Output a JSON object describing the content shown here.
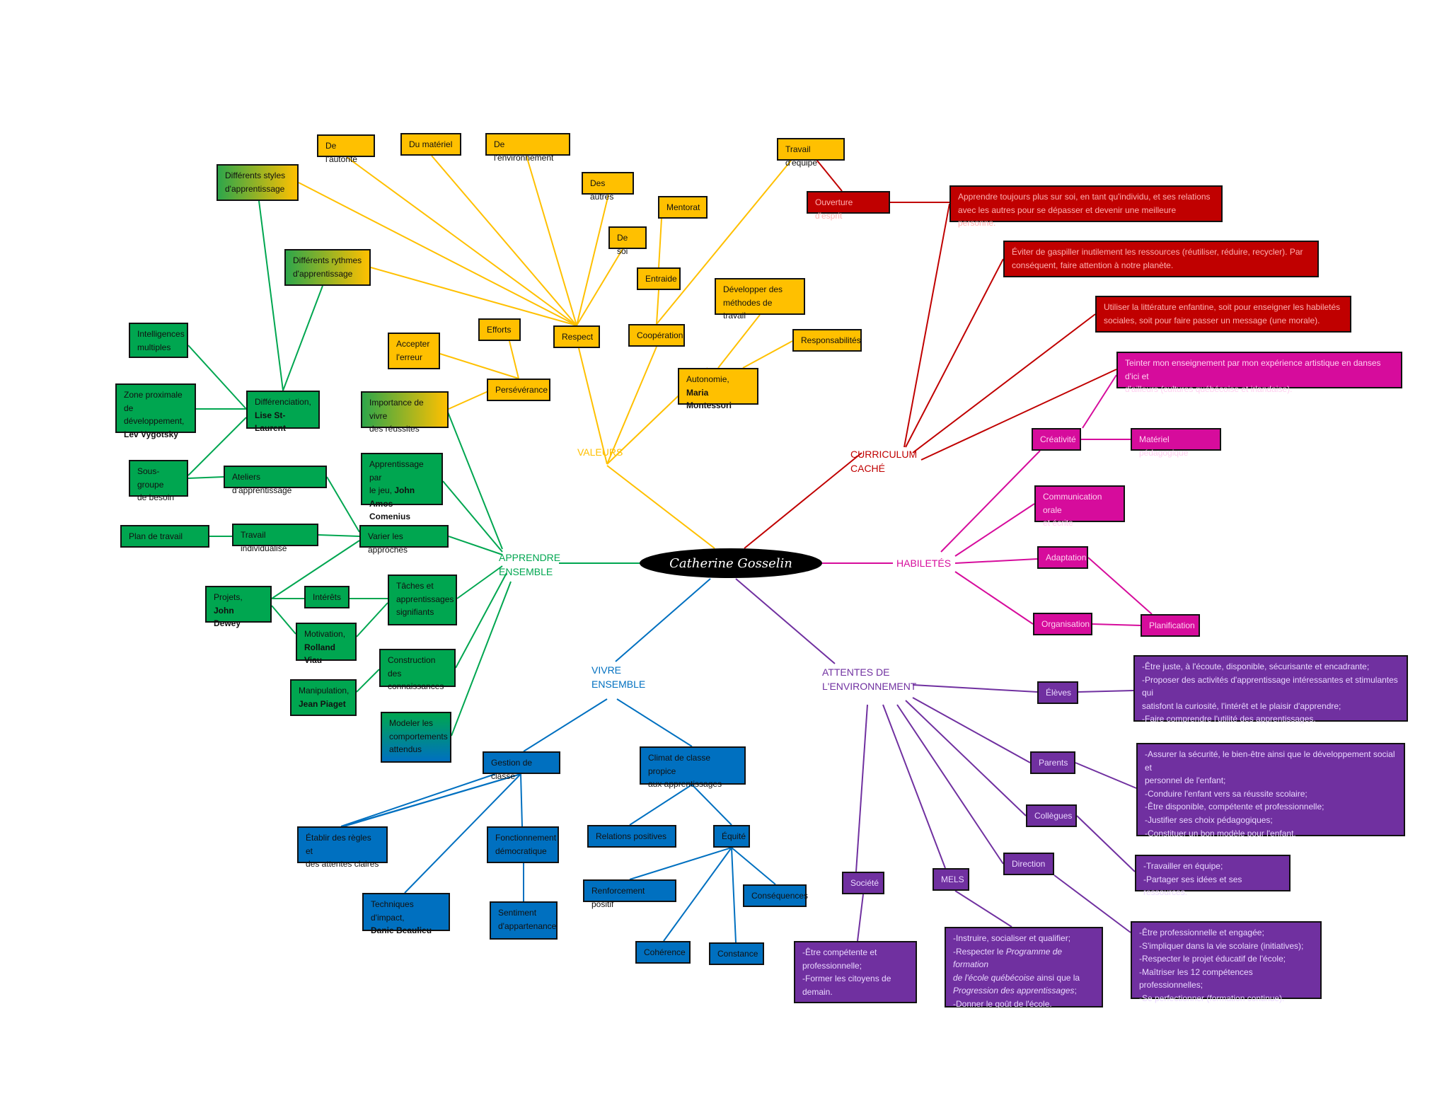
{
  "center": "Catherine Gosselin",
  "hubs": {
    "valeurs": "VALEURS",
    "curriculum": "CURRICULUM\nCACHÉ",
    "habiletes": "HABILETÉS",
    "apprendre": "APPRENDRE\nENSEMBLE",
    "vivre": "VIVRE\nENSEMBLE",
    "attentes": "ATTENTES DE\nL'ENVIRONNEMENT"
  },
  "colors": {
    "valeurs": "#ffc000",
    "apprendre": "#00a650",
    "vivre": "#0070c0",
    "curriculum": "#c00000",
    "habiletes": "#d60c9c",
    "attentes": "#7030a0"
  },
  "valeurs": {
    "autorite": "De l'autorité",
    "materiel": "Du matériel",
    "environnement": "De l'environnement",
    "autres": "Des autres",
    "soi": "De soi",
    "respect": "Respect",
    "mentorat": "Mentorat",
    "entraide": "Entraide",
    "cooperation": "Coopération",
    "travail_equipe": "Travail d'équipe",
    "methodes": "Développer des\nméthodes de travail",
    "responsabilites": "Responsabilités",
    "autonomie": "Autonomie,",
    "montessori": "Maria Montessori",
    "efforts": "Efforts",
    "accepter": "Accepter\nl'erreur",
    "perseverance": "Persévérance"
  },
  "apprendre": {
    "styles": "Différents styles\nd'apprentissage",
    "rythmes": "Différents rythmes\nd'apprentissage",
    "intelligences": "Intelligences\nmultiples",
    "zone": "Zone proximale de\ndéveloppement,",
    "vygotsky": "Lev Vygotsky",
    "differenciation": "Différenciation,",
    "st_laurent": "Lise St-Laurent",
    "sous_groupe": "Sous-groupe\nde besoin",
    "ateliers": "Ateliers d'apprentissage",
    "importance": "Importance de vivre\ndes réussites",
    "jeu": "Apprentissage par\nle jeu,",
    "comenius": "John Amos\nComenius",
    "plan": "Plan de travail",
    "individualise": "Travail individualisé",
    "varier": "Varier les approches",
    "projets": "Projets,",
    "dewey": "John Dewey",
    "interets": "Intérêts",
    "taches": "Tâches et\napprentissages\nsignifiants",
    "motivation": "Motivation,",
    "viau": "Rolland Viau",
    "construction": "Construction des\nconnaissances",
    "manipulation": "Manipulation,",
    "piaget": "Jean Piaget",
    "modeler": "Modeler les\ncomportements\nattendus"
  },
  "vivre": {
    "gestion": "Gestion de classe",
    "climat": "Climat de classe propice\naux apprentissages",
    "regles": "Établir des règles et\ndes attentes claires",
    "fonctionnement": "Fonctionnement\ndémocratique",
    "techniques": "Techniques d'impact,",
    "beaulieu": "Danie Beaulieu",
    "sentiment": "Sentiment\nd'appartenance",
    "relations": "Relations positives",
    "renforcement": "Renforcement positif",
    "equite": "Équité",
    "consequences": "Conséquences",
    "coherence": "Cohérence",
    "constance": "Constance"
  },
  "curriculum": {
    "ouverture": "Ouverture d'esprit",
    "apprendre_soi": "Apprendre toujours plus sur soi, en tant qu'individu, et ses relations\navec les autres pour se dépasser et devenir une meilleure personne.",
    "gaspiller": "Éviter de gaspiller inutilement les ressources (réutiliser, réduire, recycler). Par\nconséquent, faire attention à notre planète.",
    "litterature": "Utiliser la littérature enfantine, soit pour enseigner les habiletés\nsociales, soit pour faire passer un message (une morale).",
    "teinter": "Teinter mon enseignement par mon expérience artistique en danses d'ici et\nd'ailleurs (cultures québécoise et irlandaise)."
  },
  "habiletes": {
    "creativite": "Créativité",
    "materiel": "Matériel pédagogique",
    "communication": "Communication orale\net écrite",
    "adaptation": "Adaptation",
    "organisation": "Organisation",
    "planification": "Planification"
  },
  "attentes": {
    "eleves": "Élèves",
    "eleves_txt": "-Être juste, à l'écoute, disponible, sécurisante et encadrante;\n-Proposer des activités d'apprentissage intéressantes et stimulantes qui\nsatisfont la curiosité, l'intérêt et le plaisir d'apprendre;\n-Faire comprendre l'utilité des apprentissages.",
    "parents": "Parents",
    "parents_txt": "-Assurer la sécurité, le bien-être ainsi que le développement social et\npersonnel de l'enfant;\n-Conduire l'enfant vers sa réussite scolaire;\n-Être disponible, compétente et professionnelle;\n-Justifier ses choix pédagogiques;\n-Constituer un bon modèle pour l'enfant.",
    "collegues": "Collègues",
    "collegues_txt": "-Travailler en équipe;\n-Partager ses idées et ses ressources.",
    "direction": "Direction",
    "direction_txt": "-Être professionnelle et engagée;\n-S'impliquer dans la vie scolaire (initiatives);\n-Respecter le projet éducatif de l'école;\n-Maîtriser les 12 compétences professionnelles;\n-Se perfectionner (formation continue).",
    "mels": "MELS",
    "mels_l1": "-Instruire, socialiser et qualifier;",
    "mels_l2a": "-Respecter le ",
    "mels_l2b": "Programme de formation\nde l'école québécoise",
    "mels_l2c": " ainsi que la",
    "mels_l3": "Progression des apprentissages",
    "mels_l3b": ";",
    "mels_l4": "-Donner le goût de l'école.",
    "societe": "Société",
    "societe_txt": "-Être compétente et\nprofessionnelle;\n-Former les citoyens de\ndemain."
  }
}
